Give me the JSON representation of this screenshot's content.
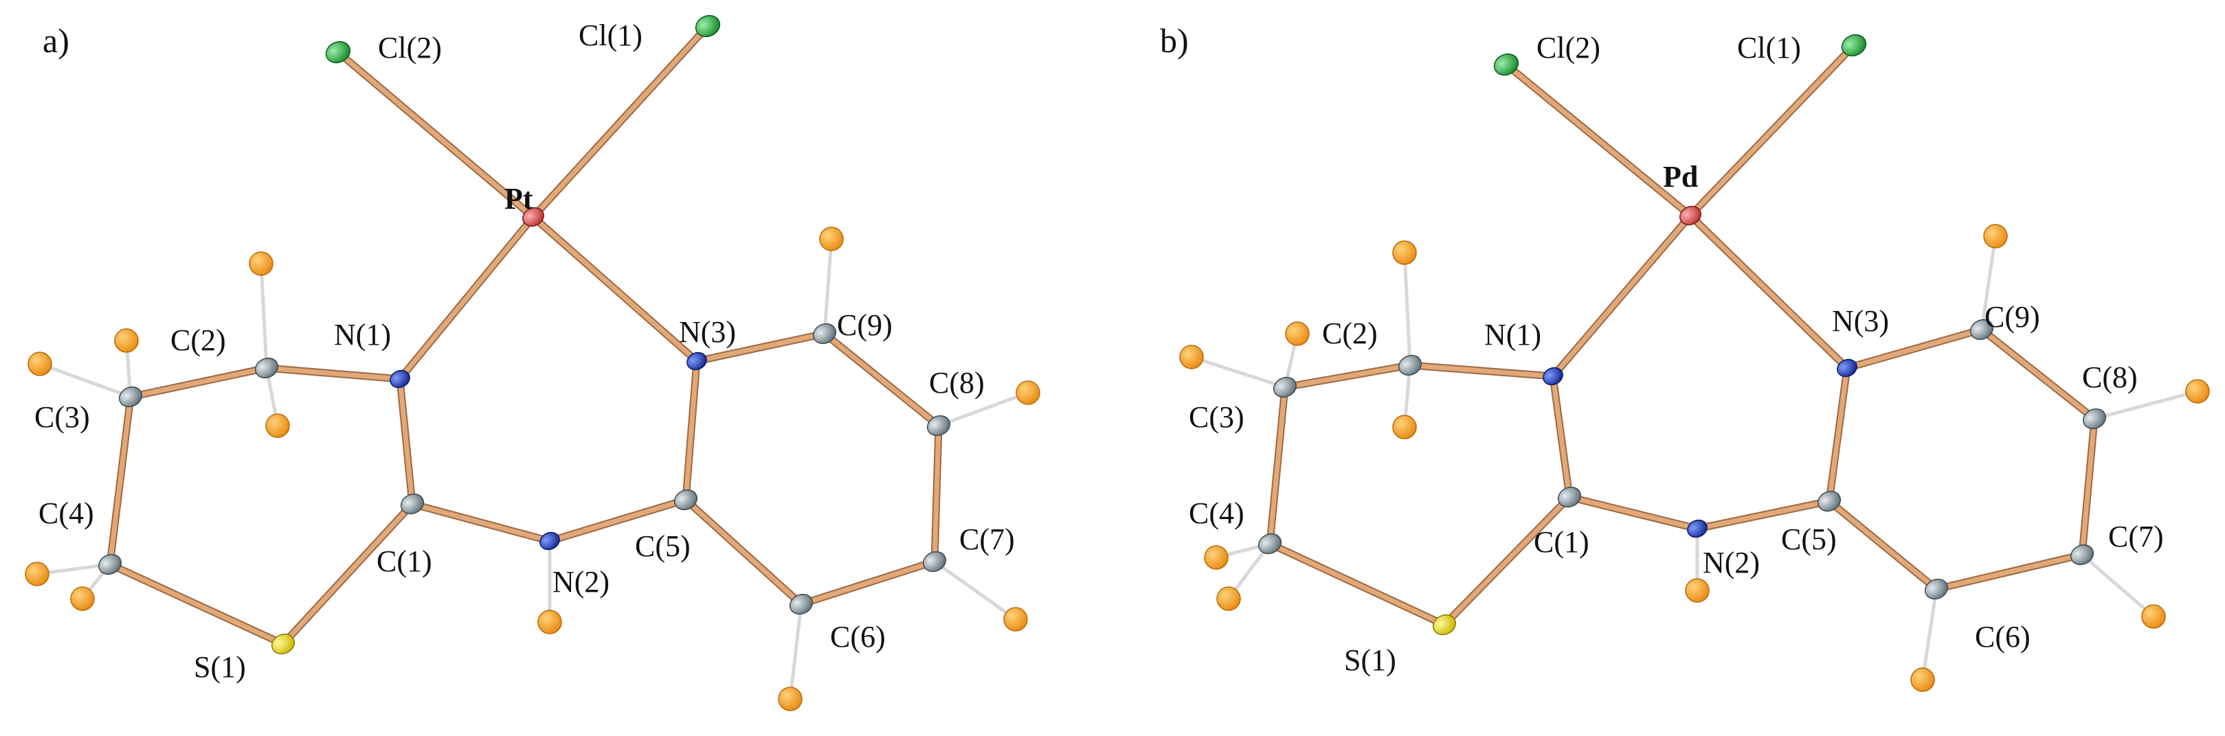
{
  "colors": {
    "background": "#ffffff",
    "bond": "#e2a878",
    "bond_edge": "#9b6a44",
    "hydrogen_bond": "#d8d8d8",
    "H": "#f39a1c",
    "C": "#9ba7ad",
    "N": "#1f3fc4",
    "S": "#e8e02a",
    "Cl": "#2fb24a",
    "Pt": "#e06060",
    "Pd": "#e06060"
  },
  "panels": [
    {
      "panel_label": "a)",
      "metal": "Pt",
      "atom_labels": [
        "Cl(2)",
        "Cl(1)",
        "Pt",
        "N(1)",
        "N(3)",
        "C(2)",
        "C(9)",
        "C(3)",
        "C(8)",
        "C(4)",
        "C(1)",
        "N(2)",
        "C(5)",
        "C(7)",
        "C(6)",
        "S(1)"
      ]
    },
    {
      "panel_label": "b)",
      "metal": "Pd",
      "atom_labels": [
        "Cl(2)",
        "Cl(1)",
        "Pd",
        "N(1)",
        "N(3)",
        "C(2)",
        "C(9)",
        "C(3)",
        "C(8)",
        "C(4)",
        "C(1)",
        "N(2)",
        "C(5)",
        "C(7)",
        "C(6)",
        "S(1)"
      ]
    }
  ]
}
